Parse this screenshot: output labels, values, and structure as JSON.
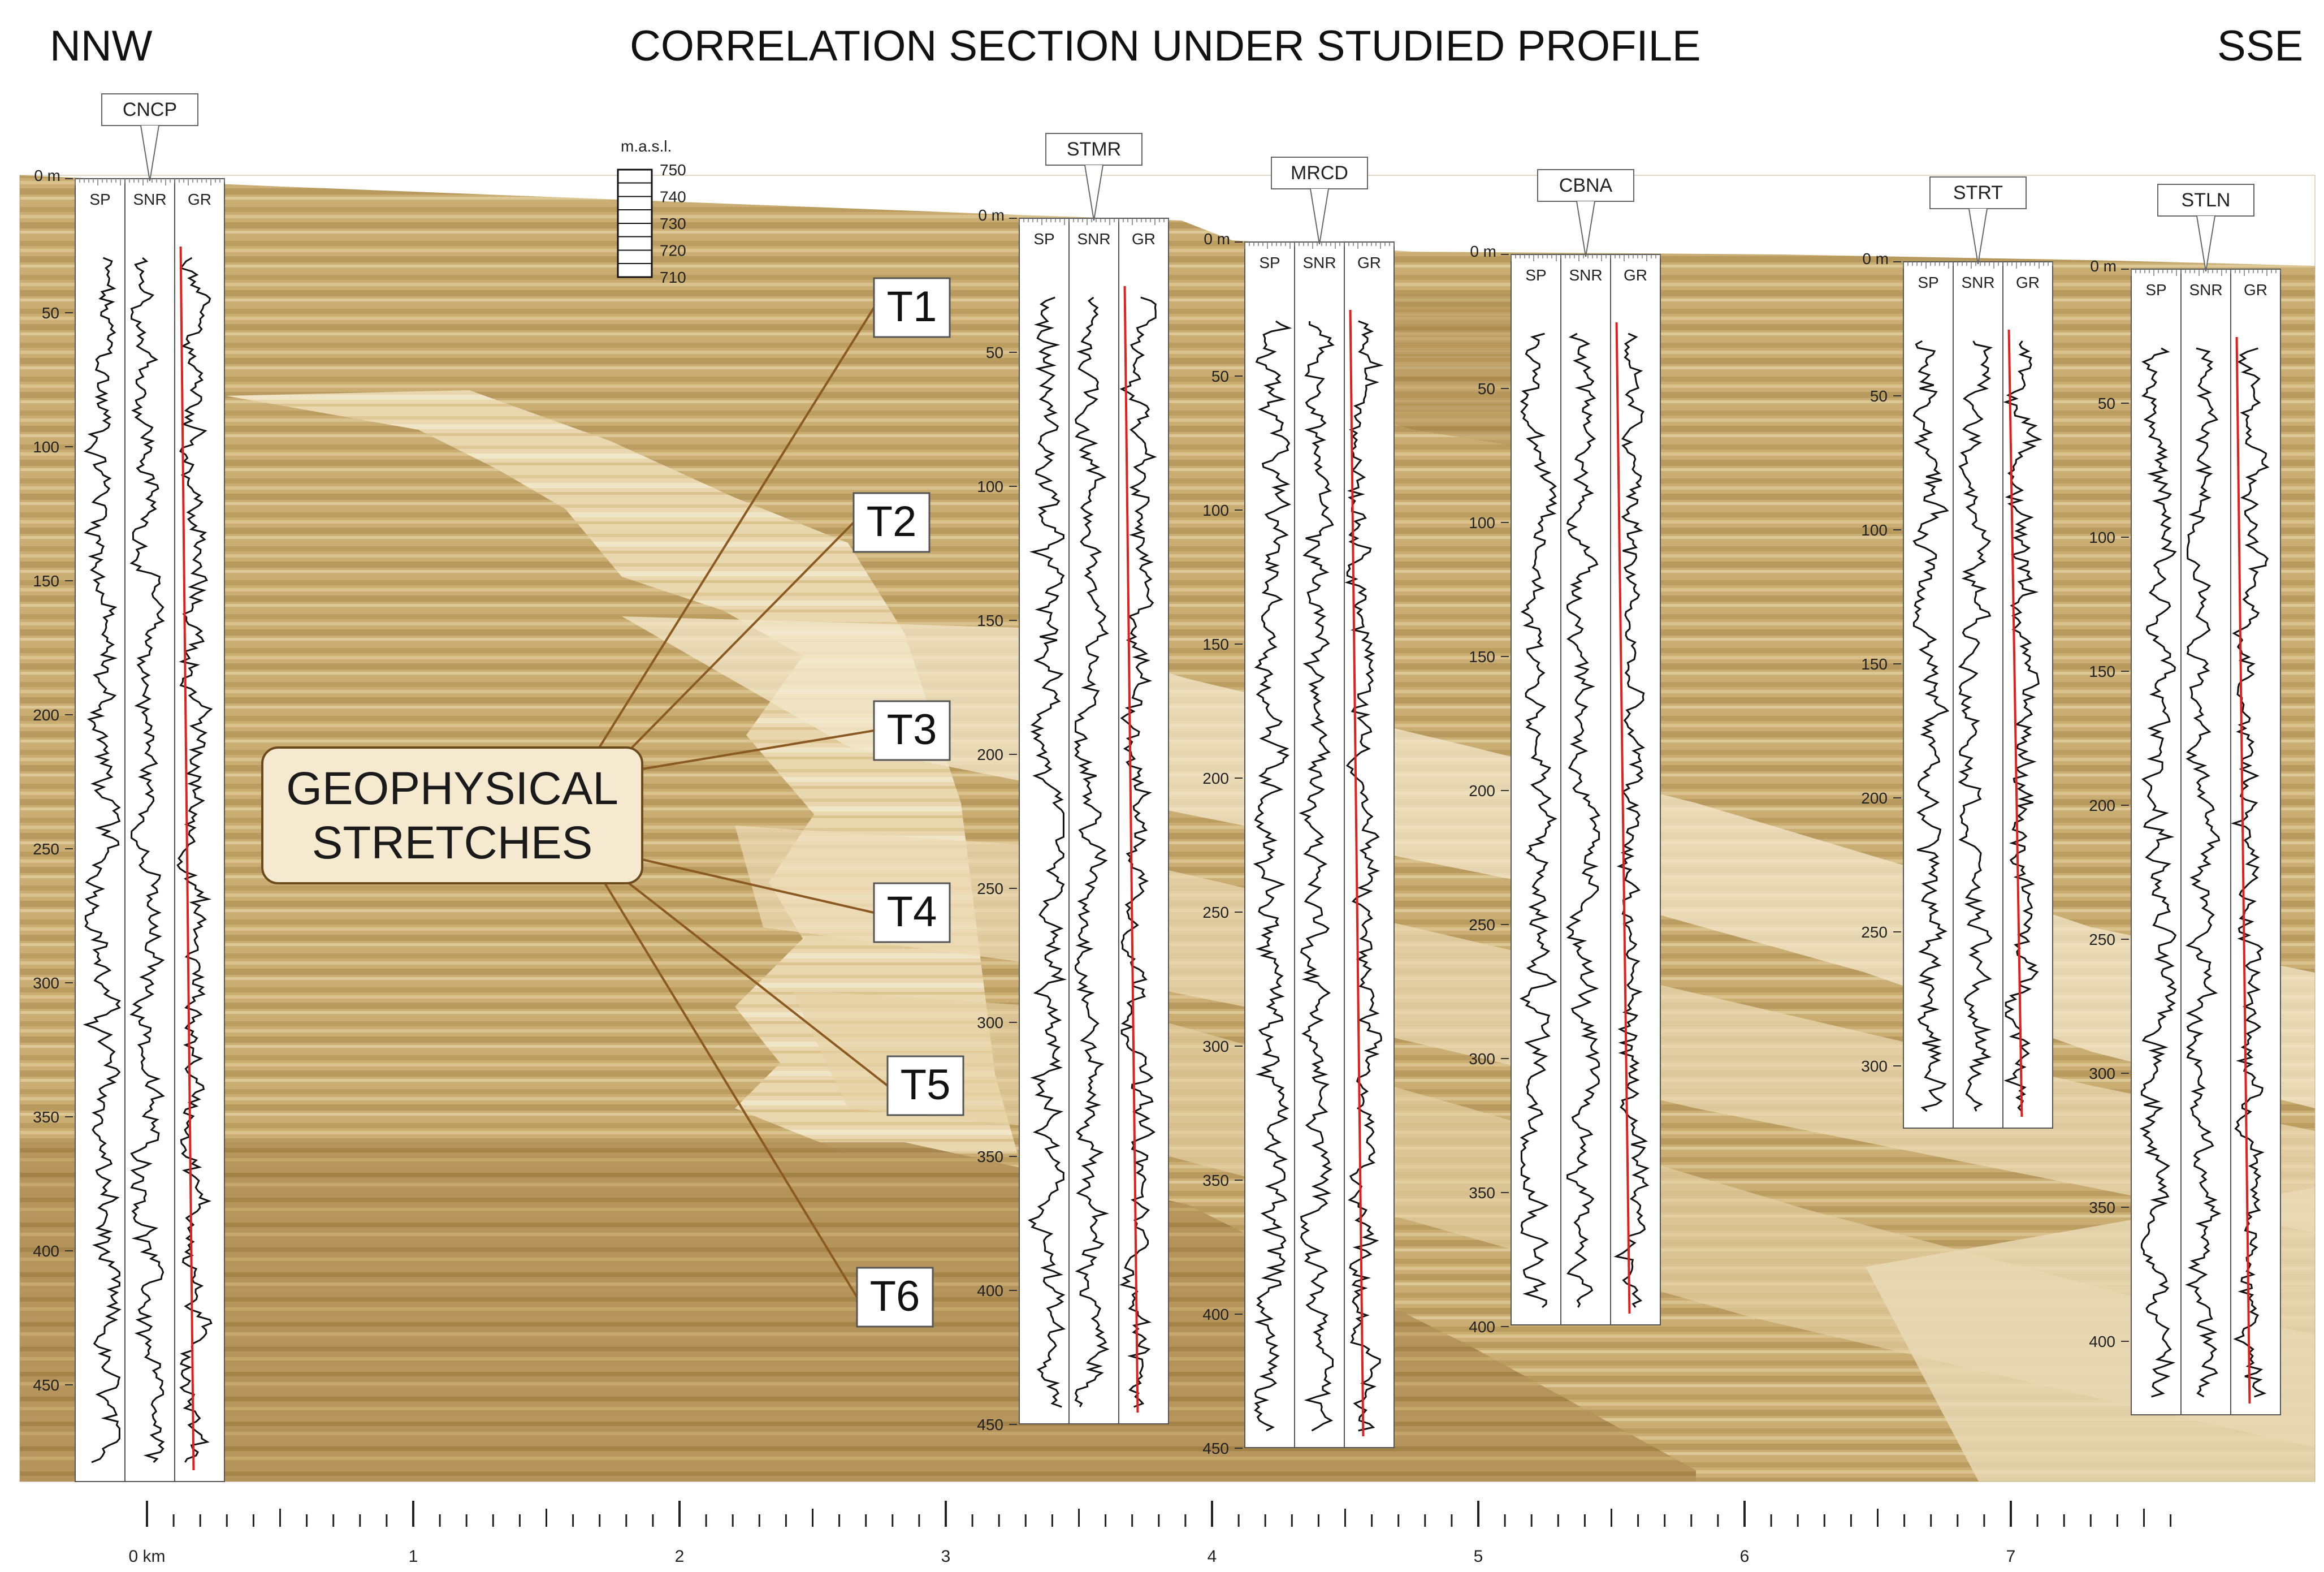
{
  "header": {
    "title": "CORRELATION SECTION UNDER STUDIED PROFILE",
    "left_direction": "NNW",
    "right_direction": "SSE"
  },
  "elevation_scale": {
    "unit_label": "m.a.s.l.",
    "ticks": [
      "750",
      "740",
      "730",
      "720",
      "710"
    ]
  },
  "log_columns": [
    "SP",
    "SNR",
    "GR"
  ],
  "wells": [
    {
      "name": "CNCP",
      "depth_labels": [
        "0 m",
        "50",
        "100",
        "150",
        "200",
        "250",
        "300",
        "350",
        "400",
        "450"
      ]
    },
    {
      "name": "STMR",
      "depth_labels": [
        "0 m",
        "50",
        "100",
        "150",
        "200",
        "250",
        "300",
        "350",
        "400",
        "450"
      ]
    },
    {
      "name": "MRCD",
      "depth_labels": [
        "0 m",
        "50",
        "100",
        "150",
        "200",
        "250",
        "300",
        "350",
        "400",
        "450"
      ]
    },
    {
      "name": "CBNA",
      "depth_labels": [
        "0 m",
        "50",
        "100",
        "150",
        "200",
        "250",
        "300",
        "350",
        "400"
      ]
    },
    {
      "name": "STRT",
      "depth_labels": [
        "0 m",
        "50",
        "100",
        "150",
        "200",
        "250",
        "300"
      ]
    },
    {
      "name": "STLN",
      "depth_labels": [
        "0 m",
        "50",
        "100",
        "150",
        "200",
        "250",
        "300",
        "350",
        "400"
      ]
    }
  ],
  "callout": {
    "line1": "GEOPHYSICAL",
    "line2": "STRETCHES"
  },
  "stretches": [
    "T1",
    "T2",
    "T3",
    "T4",
    "T5",
    "T6"
  ],
  "distance_scale": {
    "labels": [
      "0 km",
      "1",
      "2",
      "3",
      "4",
      "5",
      "6",
      "7"
    ]
  },
  "colors": {
    "sediment_dark": "#a9874a",
    "sediment_mid": "#c8ab6f",
    "sediment_light": "#e7d6ac",
    "sediment_pale": "#f5ecd4",
    "callout_fill": "#f5ead0",
    "callout_stroke": "#6b4a1e",
    "leader_line": "#8a5a22",
    "gr_trend": "#e0201c",
    "log_line": "#111111"
  }
}
